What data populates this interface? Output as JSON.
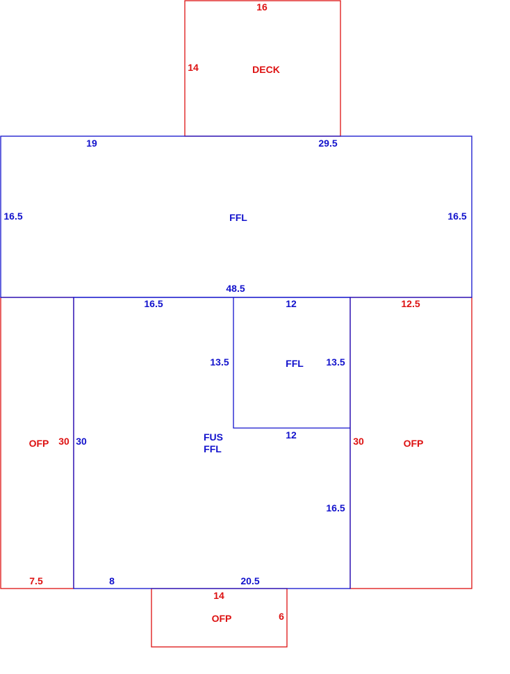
{
  "colors": {
    "red": "#dd1111",
    "blue": "#1111cc"
  },
  "deck": {
    "label": "DECK",
    "top": "16",
    "left": "14"
  },
  "upper_ffl": {
    "label": "FFL",
    "top_left": "19",
    "top_right": "29.5",
    "left": "16.5",
    "right": "16.5",
    "bottom": "48.5"
  },
  "left_ofp": {
    "label": "OFP",
    "side": "30",
    "bottom": "7.5"
  },
  "main_fus": {
    "label1": "FUS",
    "label2": "FFL",
    "top_left": "16.5",
    "left": "30",
    "bottom_left": "8",
    "bottom_right": "20.5",
    "inner_left": "13.5",
    "lower_right": "16.5"
  },
  "inner_ffl": {
    "label": "FFL",
    "top": "12",
    "right": "13.5",
    "bottom": "12"
  },
  "right_ofp": {
    "label": "OFP",
    "top": "12.5",
    "side": "30"
  },
  "bottom_ofp": {
    "label": "OFP",
    "top": "14",
    "right": "6"
  }
}
